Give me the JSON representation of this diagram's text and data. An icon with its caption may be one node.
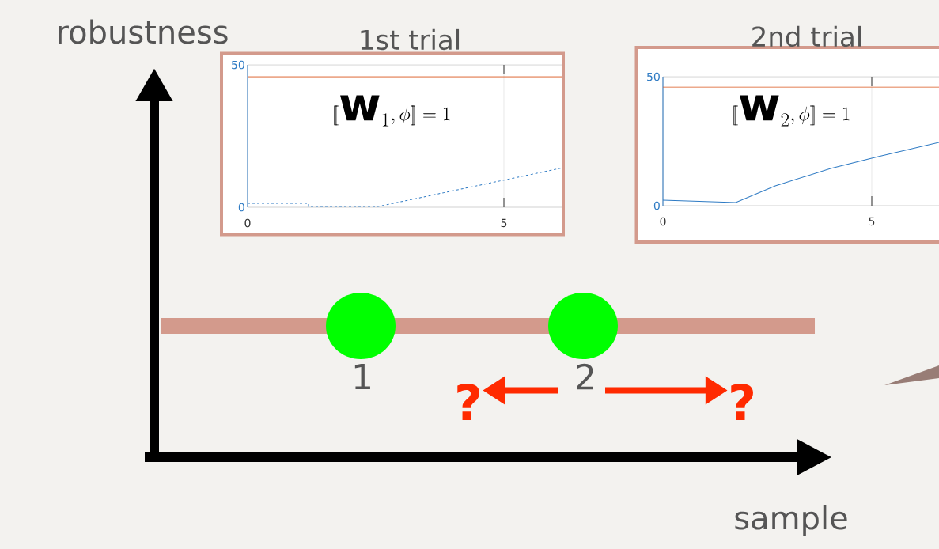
{
  "diagram": {
    "nodes": [
      {
        "text": [
          "1st trial",
          "50",
          "0",
          "0",
          "5",
          "[\\![\\mathbf{w}_1,\\phi]\\!]=1"
        ]
      },
      {
        "text": [
          "2nd trial",
          "50",
          "0",
          "0",
          "5",
          "[\\![\\mathbf{w}_2,\\phi]\\!]=1"
        ]
      },
      {
        "text": [],
        "shape": "circle"
      },
      {
        "text": [],
        "shape": "circle"
      },
      {
        "text": [
          "1"
        ]
      },
      {
        "text": [
          "2"
        ]
      },
      {
        "text": [
          "?"
        ]
      },
      {
        "text": [
          "?"
        ]
      }
    ],
    "edges": [
      {
        "from": 5,
        "to": 6,
        "arrow": "to"
      },
      {
        "from": 5,
        "to": 7,
        "arrow": "to"
      }
    ],
    "labels": [
      "robustness",
      "sample"
    ]
  }
}
